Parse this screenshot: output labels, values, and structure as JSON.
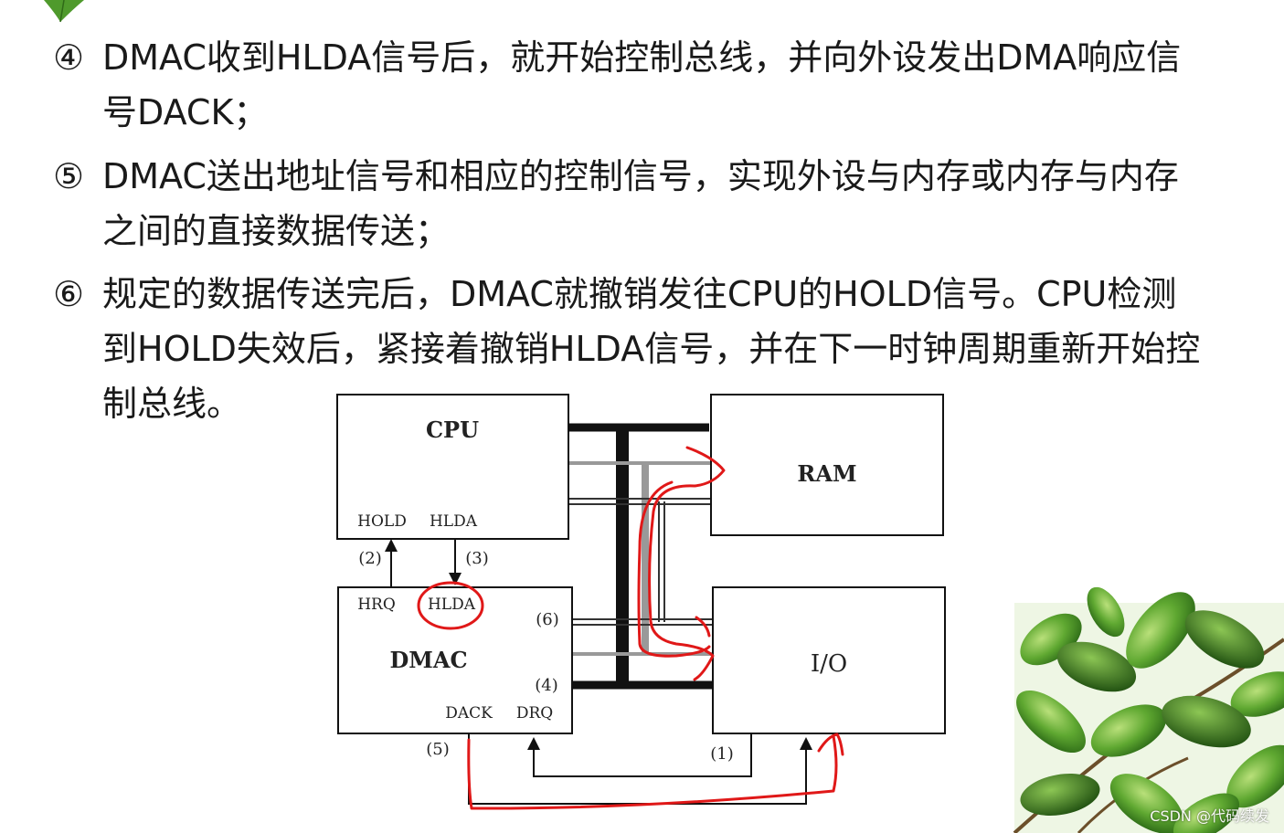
{
  "paragraphs": [
    {
      "num": "④",
      "line1": "DMAC收到HLDA信号后，就开始控制总线，并向外设发出DMA响应信",
      "line2": "号DACK；",
      "line3": ""
    },
    {
      "num": "⑤",
      "line1": "DMAC送出地址信号和相应的控制信号，实现外设与内存或内存与内存",
      "line2": "之间的直接数据传送；",
      "line3": ""
    },
    {
      "num": "⑥",
      "line1": "规定的数据传送完后，DMAC就撤销发往CPU的HOLD信号。CPU检测",
      "line2": "到HOLD失效后，紧接着撤销HLDA信号，并在下一时钟周期重新开始控",
      "line3": "制总线。"
    }
  ],
  "diagram": {
    "cpu": {
      "title": "CPU",
      "hold": "HOLD",
      "hlda": "HLDA"
    },
    "ram": "RAM",
    "io": "I/O",
    "dmac": {
      "title": "DMAC",
      "hrq": "HRQ",
      "hlda": "HLDA",
      "dack": "DACK",
      "drq": "DRQ"
    },
    "steps": [
      "(1)",
      "(2)",
      "(3)",
      "(4)",
      "(5)",
      "(6)"
    ]
  },
  "colors": {
    "annotation": "#e01818",
    "line": "#111111",
    "gray_line": "#999999",
    "leaf_green": "#4f9a2c"
  },
  "watermark": "CSDN @代码续发"
}
